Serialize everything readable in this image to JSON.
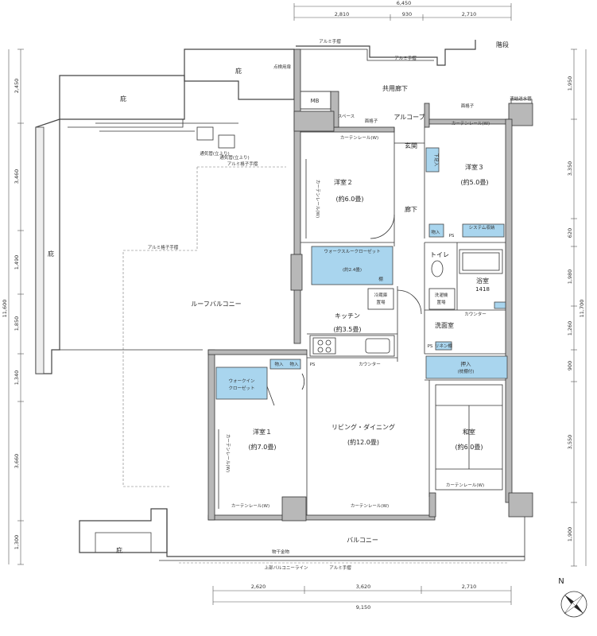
{
  "rooms": {
    "western2": {
      "name": "洋室２",
      "size": "(約6.0畳)"
    },
    "western3": {
      "name": "洋室３",
      "size": "(約5.0畳)"
    },
    "western1": {
      "name": "洋室１",
      "size": "(約7.0畳)"
    },
    "kitchen": {
      "name": "キッチン",
      "size": "(約3.5畳)"
    },
    "living": {
      "name": "リビング・ダイニング",
      "size": "(約12.0畳)"
    },
    "japanese": {
      "name": "和室",
      "size": "(約6.0畳)"
    },
    "bath": {
      "name": "浴室",
      "size": "1418"
    },
    "washroom": {
      "name": "洗面室"
    },
    "toilet": {
      "name": "トイレ"
    },
    "entrance": {
      "name": "玄関"
    },
    "hallway": {
      "name": "廊下"
    },
    "roof_balcony": {
      "name": "ルーフバルコニー"
    },
    "balcony": {
      "name": "バルコニー"
    },
    "common_corridor": {
      "name": "共用廊下"
    },
    "alcove": {
      "name": "アルコーブ"
    },
    "garden_top": {
      "name": "庇"
    },
    "garden_left_top": {
      "name": "庇"
    },
    "garden_left_mid": {
      "name": "庇"
    },
    "garden_bottom": {
      "name": "庇"
    },
    "stairs": {
      "name": "階段"
    }
  },
  "labels": {
    "mb": "MB",
    "walk_through_closet": "ウォークスルークローゼット",
    "walk_through_size": "(約2.4畳)",
    "walk_in_closet_line1": "ウォークイン",
    "walk_in_closet_line2": "クローゼット",
    "oshiire": "押入",
    "oshiire_sub": "(枕棚付)",
    "system_storage": "システム収納",
    "storage1": "物入",
    "storage2": "物入",
    "storage3": "物入",
    "storage_entrance": "下足入",
    "linen": "リネン棚",
    "ps1": "PS",
    "ps2": "PS",
    "ps3": "PS",
    "shelf": "棚",
    "counter1": "カウンター",
    "counter2": "カウンター",
    "fridge_line1": "冷蔵庫",
    "fridge_line2": "置場",
    "washer_line1": "洗濯機",
    "washer_line2": "置場",
    "curtain_rail": "カーテンレール(W)",
    "alum_railing": "アルミ手摺",
    "alum_lattice": "アルミ格子手摺",
    "goods_rack": "物干金物",
    "upper_balcony_line": "上部バルコニーライン",
    "lattice": "面格子",
    "piping_space": "配管スペース",
    "vent_pipe1": "通気管(立上り)",
    "vent_pipe2": "通気管(立上り)",
    "check_port": "点検用扉",
    "fire_door": "連結送水管"
  },
  "dimensions": {
    "top_total": "6,450",
    "top": [
      "2,810",
      "930",
      "2,710"
    ],
    "bottom": [
      "2,620",
      "3,620",
      "2,710"
    ],
    "bottom_total": "9,150",
    "left": [
      "2,450",
      "3,460",
      "1,490",
      "1,850",
      "1,340",
      "3,660",
      "1,300"
    ],
    "left_total": "11,600",
    "right": [
      "1,950",
      "3,350",
      "620",
      "1,980",
      "1,260",
      "900",
      "3,550",
      "1,900"
    ],
    "right_total": "11,700"
  },
  "compass": "N"
}
